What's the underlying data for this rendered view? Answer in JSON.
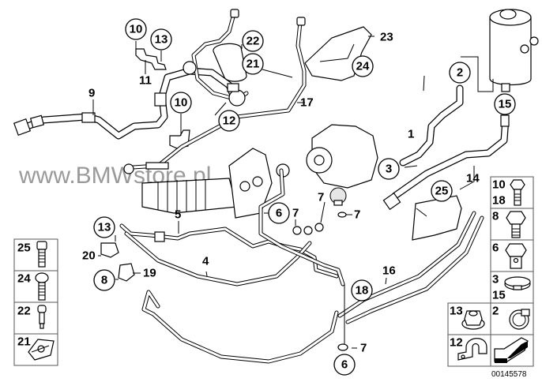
{
  "diagram": {
    "title": "Power steering hoses and oil reservoir",
    "document_number": "00145578",
    "watermark": "www.BMWstore.pl"
  },
  "circled_callouts": [
    {
      "id": "c10a",
      "label": "10"
    },
    {
      "id": "c13a",
      "label": "13"
    },
    {
      "id": "c22",
      "label": "22"
    },
    {
      "id": "c21",
      "label": "21"
    },
    {
      "id": "c24",
      "label": "24"
    },
    {
      "id": "c2",
      "label": "2"
    },
    {
      "id": "c15",
      "label": "15"
    },
    {
      "id": "c10b",
      "label": "10"
    },
    {
      "id": "c12",
      "label": "12"
    },
    {
      "id": "c3",
      "label": "3"
    },
    {
      "id": "c25",
      "label": "25"
    },
    {
      "id": "c6a",
      "label": "6"
    },
    {
      "id": "c13b",
      "label": "13"
    },
    {
      "id": "c8",
      "label": "8"
    },
    {
      "id": "c18",
      "label": "18"
    },
    {
      "id": "c6b",
      "label": "6"
    }
  ],
  "plain_labels": [
    {
      "id": "l11",
      "label": "11"
    },
    {
      "id": "l9",
      "label": "9"
    },
    {
      "id": "l17",
      "label": "17"
    },
    {
      "id": "l23",
      "label": "23"
    },
    {
      "id": "l1",
      "label": "1"
    },
    {
      "id": "l14",
      "label": "14"
    },
    {
      "id": "l5",
      "label": "5"
    },
    {
      "id": "l7a",
      "label": "7"
    },
    {
      "id": "l7b",
      "label": "7"
    },
    {
      "id": "l7c",
      "label": "7"
    },
    {
      "id": "l7d",
      "label": "7"
    },
    {
      "id": "l20",
      "label": "20"
    },
    {
      "id": "l19",
      "label": "19"
    },
    {
      "id": "l4",
      "label": "4"
    },
    {
      "id": "l16",
      "label": "16"
    }
  ],
  "left_parts_box": [
    {
      "labels": [
        "25"
      ],
      "part": "torx-flange-bolt"
    },
    {
      "labels": [
        "24"
      ],
      "part": "hex-bolt"
    },
    {
      "labels": [
        "22"
      ],
      "part": "collar-stud"
    },
    {
      "labels": [
        "21"
      ],
      "part": "clip-nut"
    }
  ],
  "right_parts_box": [
    {
      "labels": [
        "10",
        "18"
      ],
      "part": "hex-bolt-small"
    },
    {
      "labels": [
        "8"
      ],
      "part": "hex-bolt-large"
    },
    {
      "labels": [
        "6"
      ],
      "part": "banjo-bolt"
    },
    {
      "labels": [
        "3",
        "15"
      ],
      "part": "clamp-band"
    },
    {
      "labels": [
        "13"
      ],
      "part": "flange-nut"
    },
    {
      "labels": [
        "2"
      ],
      "part": "hose-clamp"
    },
    {
      "labels": [
        "12"
      ],
      "part": "pipe-clip"
    },
    {
      "labels": [],
      "part": "direction-arrow"
    }
  ]
}
